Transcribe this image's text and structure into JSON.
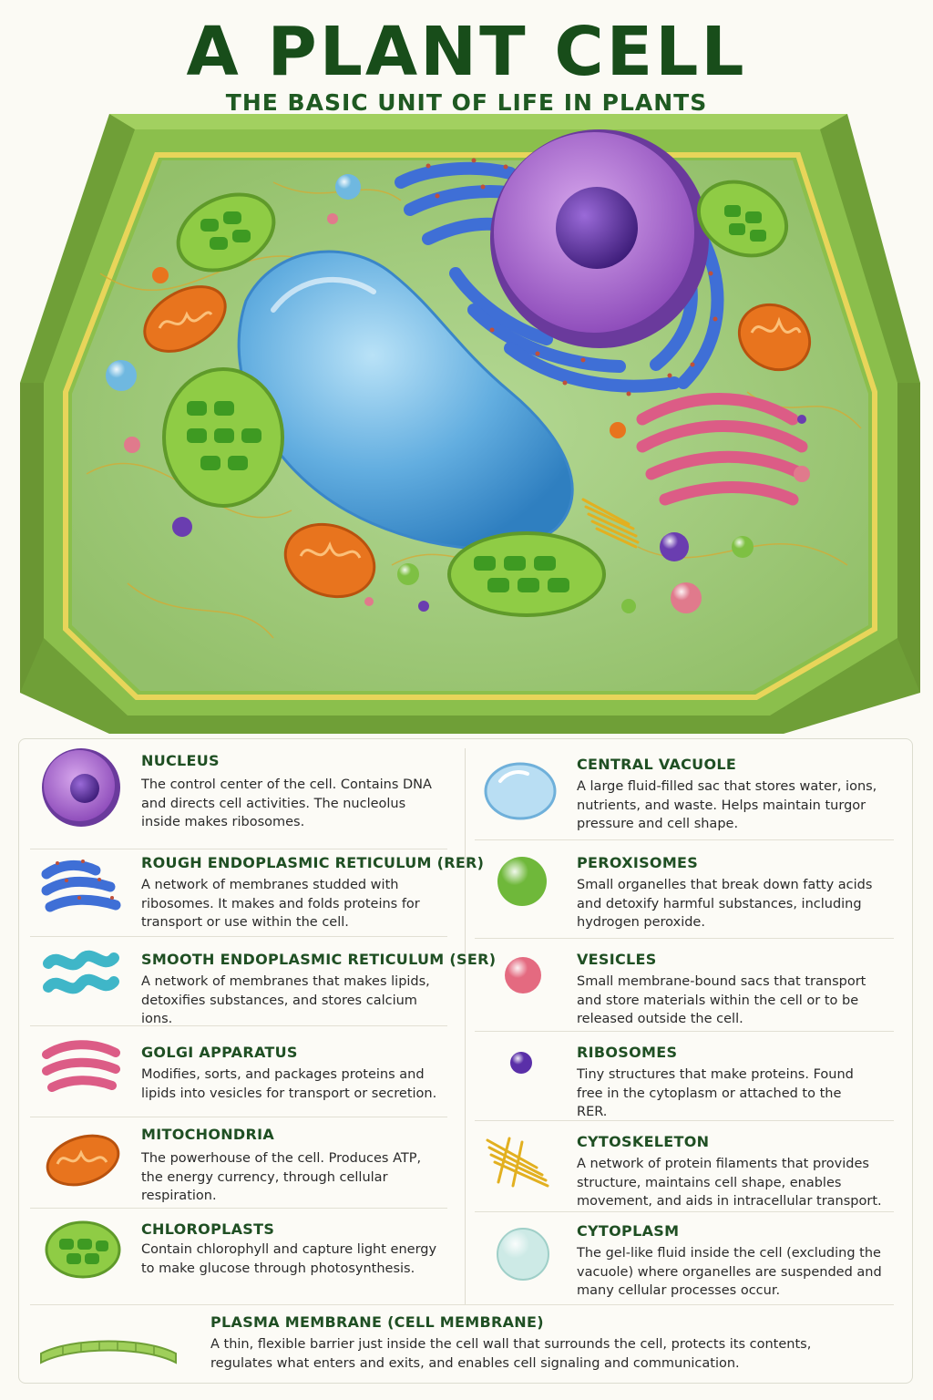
{
  "header": {
    "title": "A PLANT CELL",
    "subtitle": "THE BASIC UNIT OF LIFE IN PLANTS"
  },
  "colors": {
    "title": "#184d1a",
    "cell_wall": "#8bbf4c",
    "cytoplasm": "#a8cf86",
    "vacuole": "#63aee0",
    "nucleus": "#9a5bc8",
    "rough_er": "#3f6fd6",
    "golgi": "#dc5c86",
    "mitochondria": "#e8741e",
    "chloroplast": "#7fc040"
  },
  "legend": [
    {
      "name": "NUCLEUS",
      "icon": "nucleus-icon",
      "description": "The control center of the cell. Contains DNA and directs cell activities. The nucleolus inside makes ribosomes."
    },
    {
      "name": "ROUGH ENDOPLASMIC RETICULUM (RER)",
      "icon": "rough-er-icon",
      "description": "A network of membranes studded with ribosomes. It makes and folds proteins for transport or use within the cell."
    },
    {
      "name": "SMOOTH ENDOPLASMIC RETICULUM (SER)",
      "icon": "smooth-er-icon",
      "description": "A network of membranes that makes lipids, detoxifies substances, and stores calcium ions."
    },
    {
      "name": "GOLGI APPARATUS",
      "icon": "golgi-icon",
      "description": "Modifies, sorts, and packages proteins and lipids into vesicles for transport or secretion."
    },
    {
      "name": "MITOCHONDRIA",
      "icon": "mitochondria-icon",
      "description": "The powerhouse of the cell. Produces ATP, the energy currency, through cellular respiration."
    },
    {
      "name": "CHLOROPLASTS",
      "icon": "chloroplast-icon",
      "description": "Contain chlorophyll and capture light energy to make glucose through photosynthesis."
    },
    {
      "name": "CENTRAL VACUOLE",
      "icon": "vacuole-icon",
      "description": "A large fluid-filled sac that stores water, ions, nutrients, and waste. Helps maintain turgor pressure and cell shape."
    },
    {
      "name": "PEROXISOMES",
      "icon": "peroxisome-icon",
      "description": "Small organelles that break down fatty acids and detoxify harmful substances, including hydrogen peroxide."
    },
    {
      "name": "VESICLES",
      "icon": "vesicle-icon",
      "description": "Small membrane-bound sacs that transport and store materials within the cell or to be released outside the cell."
    },
    {
      "name": "RIBOSOMES",
      "icon": "ribosome-icon",
      "description": "Tiny structures that make proteins. Found free in the cytoplasm or attached to the RER."
    },
    {
      "name": "CYTOSKELETON",
      "icon": "cytoskeleton-icon",
      "description": "A network of protein filaments that provides structure, maintains cell shape, enables movement, and aids in intracellular transport."
    },
    {
      "name": "CYTOPLASM",
      "icon": "cytoplasm-icon",
      "description": "The gel-like fluid inside the cell (excluding the vacuole) where organelles are suspended and many cellular processes occur."
    },
    {
      "name": "PLASMA MEMBRANE (CELL MEMBRANE)",
      "icon": "plasma-membrane-icon",
      "description": "A thin, flexible barrier just inside the cell wall that surrounds the cell, protects its contents, regulates what enters and exits, and enables cell signaling and communication."
    }
  ]
}
